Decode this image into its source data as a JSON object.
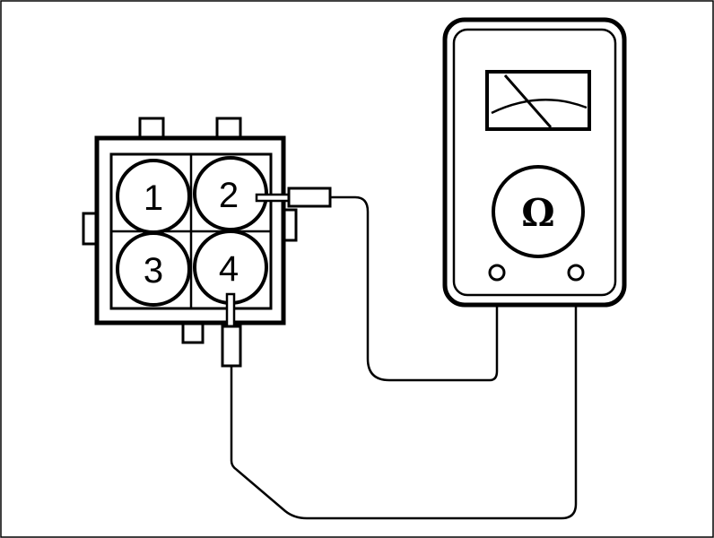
{
  "connector": {
    "pins": [
      {
        "label": "1"
      },
      {
        "label": "2"
      },
      {
        "label": "3"
      },
      {
        "label": "4"
      }
    ]
  },
  "meter": {
    "dial_symbol": "Ω",
    "terminals": [
      "positive-terminal",
      "negative-terminal"
    ]
  },
  "colors": {
    "line": "#000000",
    "background": "#ffffff"
  }
}
